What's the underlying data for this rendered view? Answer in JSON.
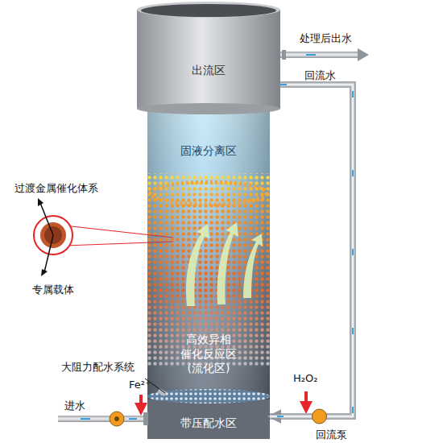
{
  "diagram": {
    "nodes": [
      {
        "text": [
          "出流区"
        ]
      },
      {
        "text": [
          "固液分离区"
        ]
      },
      {
        "text": [
          "高效异相 催化反应区 (流化区)"
        ]
      },
      {
        "text": [
          "带压配水区"
        ]
      }
    ],
    "edges": [
      {
        "from": 0,
        "to": 3,
        "arrow": "to"
      }
    ],
    "labels": [
      "处理后出水",
      "回流水",
      "过渡金属催化体系",
      "专属载体",
      "大阻力配水系统",
      "Fe²⁺",
      "H₂O₂",
      "进水",
      "回流泵"
    ]
  }
}
